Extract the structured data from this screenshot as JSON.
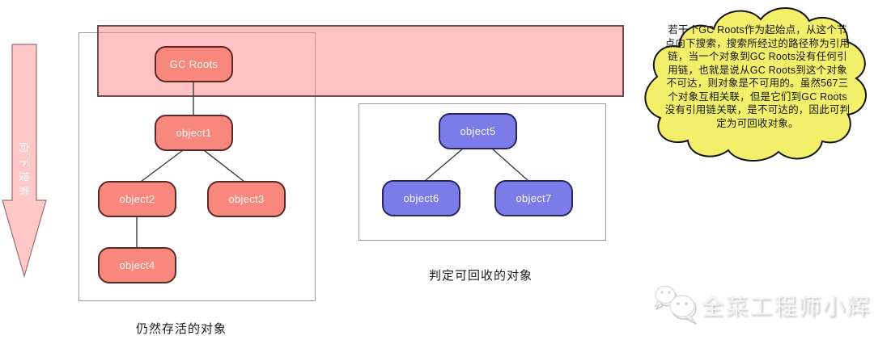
{
  "arrow": {
    "label": "向下搜索"
  },
  "groups": {
    "alive": {
      "caption": "仍然存活的对象"
    },
    "recyclable": {
      "caption": "判定可回收的对象"
    }
  },
  "nodes": {
    "gc_roots": "GC Roots",
    "object1": "object1",
    "object2": "object2",
    "object3": "object3",
    "object4": "object4",
    "object5": "object5",
    "object6": "object6",
    "object7": "object7"
  },
  "cloud": {
    "text": "若干个GC Roots作为起始点，从这个节点向下搜索，搜索所经过的路径称为引用链，当一个对象到GC Roots没有任何引用链，也就是说从GC Roots到这个对象不可达，则对象是不可用的。虽然567三个对象互相关联，但是它们到GC Roots没有引用链关联，是不可达的，因此可判定为可回收对象。"
  },
  "watermark": {
    "label": "全菜工程师小辉",
    "icon": "wechat-logo"
  },
  "colors": {
    "reachable_node": "#F8877E",
    "unreachable_node": "#7C7CE8",
    "highlight_band": "#FFBDBD",
    "arrow_fill": "#FFC8C6",
    "cloud_fill": "#F2EF6B",
    "box_border": "#9B9B9B",
    "connector": "#3C3C3C"
  }
}
